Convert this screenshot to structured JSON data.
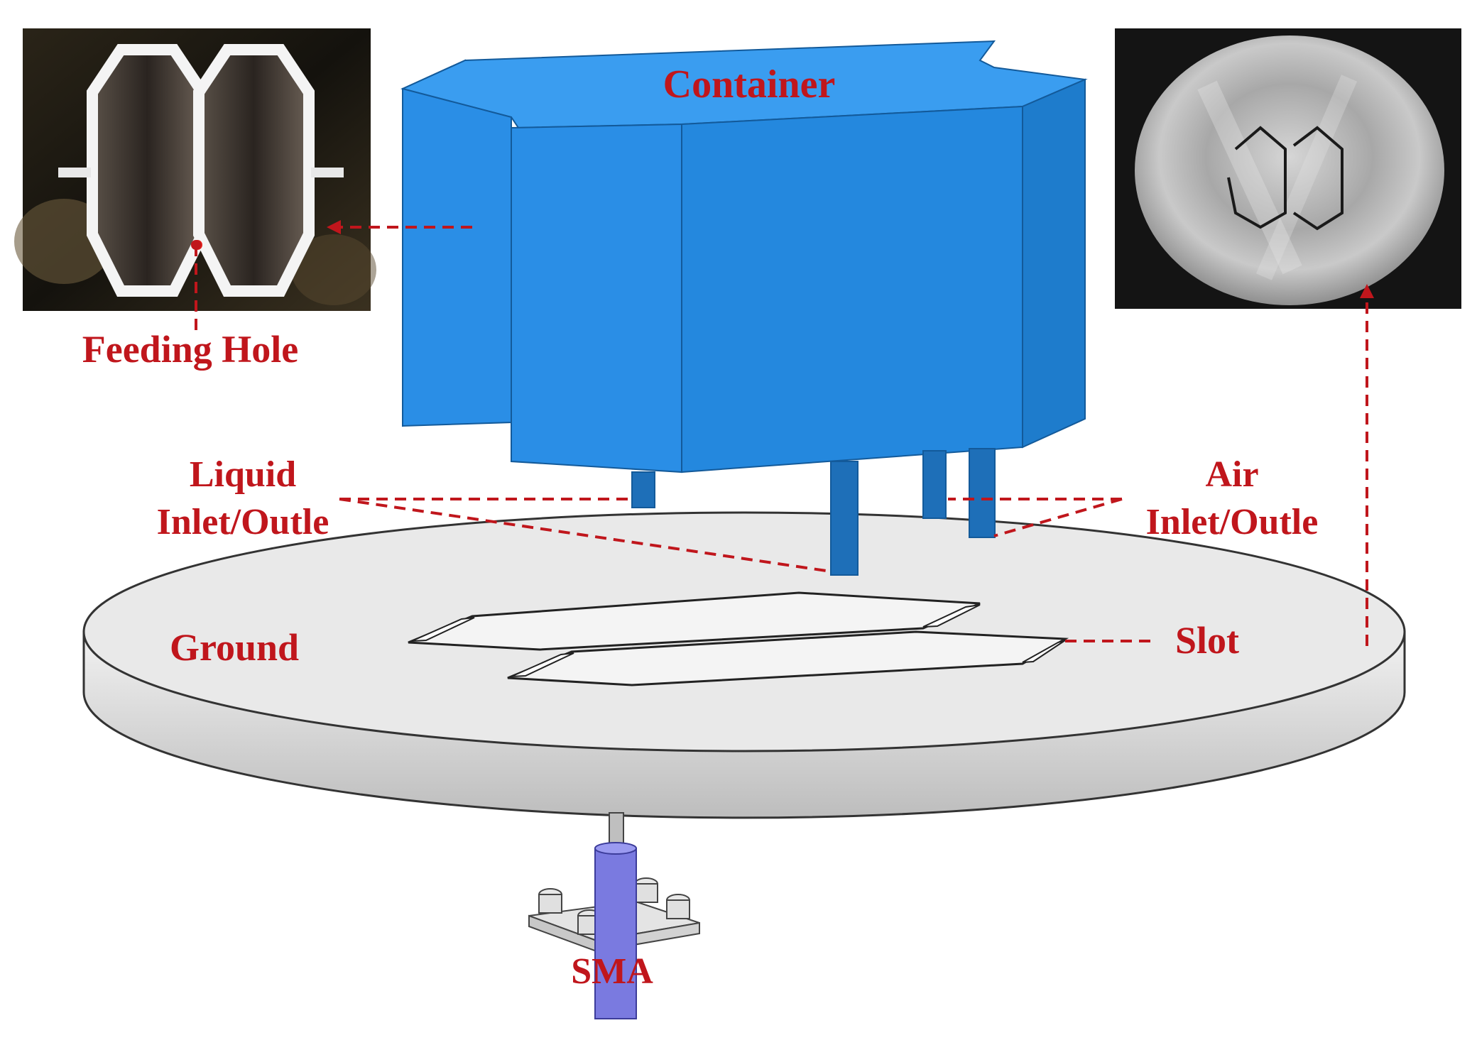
{
  "labels": {
    "container": "Container",
    "feeding_hole": "Feeding Hole",
    "liquid_line1": "Liquid",
    "liquid_line2": "Inlet/Outle",
    "air_line1": "Air",
    "air_line2": "Inlet/Outle",
    "ground": "Ground",
    "slot": "Slot",
    "sma": "SMA"
  },
  "colors": {
    "label_red": "#c0161c",
    "container_blue": "#2a8ee6",
    "container_top": "#3a9df0",
    "container_side": "#1e7ccc",
    "ground_top": "#e8e8e8",
    "ground_edge": "#cfcfcf",
    "sma_body": "#7a7ae0"
  },
  "icons": {
    "feeding_photo": "photo-of-double-hexagon-container",
    "slot_photo": "photo-of-metal-ground-plane-with-slot"
  }
}
